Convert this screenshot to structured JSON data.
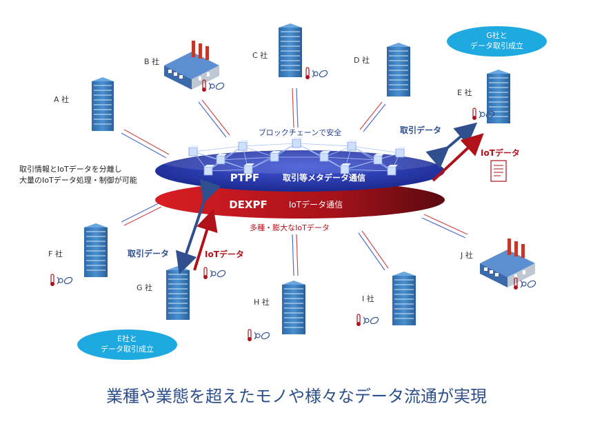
{
  "companies": [
    {
      "id": "A",
      "label": "A 社"
    },
    {
      "id": "B",
      "label": "B 社"
    },
    {
      "id": "C",
      "label": "C 社"
    },
    {
      "id": "D",
      "label": "D 社"
    },
    {
      "id": "E",
      "label": "E 社"
    },
    {
      "id": "F",
      "label": "F 社"
    },
    {
      "id": "G",
      "label": "G 社"
    },
    {
      "id": "H",
      "label": "H 社"
    },
    {
      "id": "I",
      "label": "I 社"
    },
    {
      "id": "J",
      "label": "J 社"
    }
  ],
  "clouds": {
    "top_right": {
      "line1": "G社と",
      "line2": "データ取引成立"
    },
    "bottom_left": {
      "line1": "E社と",
      "line2": "データ取引成立"
    }
  },
  "platform": {
    "blockchain_label": "ブロックチェーンで安全",
    "ptpf": {
      "name": "PTPF",
      "desc": "取引等メタデータ通信"
    },
    "dexpf": {
      "name": "DEXPF",
      "desc": "IoTデータ通信"
    },
    "bottom_label": "多種・膨大なIoTデータ"
  },
  "left_note": {
    "line1": "取引情報とIoTデータを分離し",
    "line2": "大量のIoTデータ処理・制御が可能"
  },
  "arrows": {
    "trade_right": "取引データ",
    "iot_right": "IoTデータ",
    "trade_left": "取引データ",
    "iot_left": "IoTデータ"
  },
  "caption": "業種や業態を超えたモノや様々なデータ流通が実現",
  "colors": {
    "blue_ellipse": "#2a3fb5",
    "red_ellipse": "#c4161c",
    "cloud": "#1ea9e1",
    "building": "#3d7fbf",
    "trade_arrow": "#2f4f8f",
    "iot_arrow": "#b0121b",
    "caption": "#2c4f8c"
  }
}
